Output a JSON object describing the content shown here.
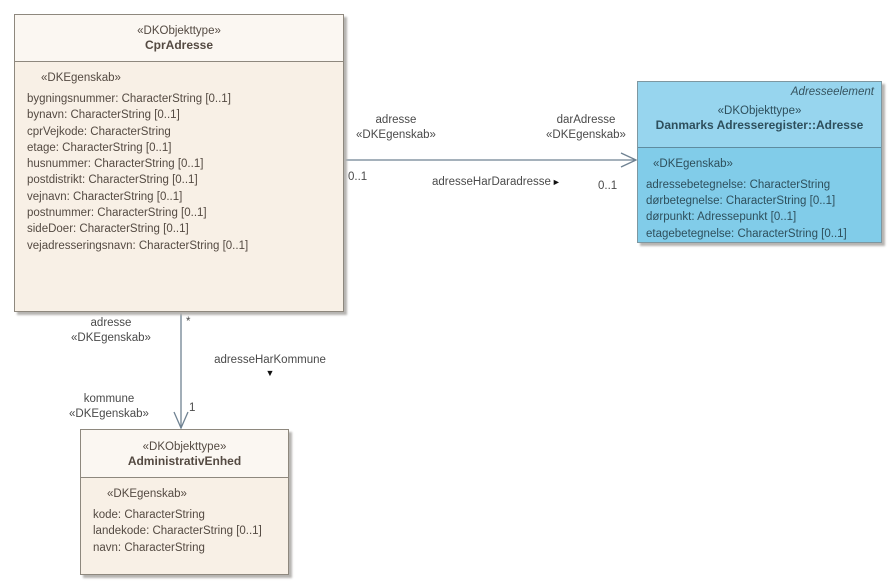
{
  "classes": [
    {
      "stereotype": "«DKObjekttype»",
      "name": "CprAdresse",
      "attr_stereotype": "«DKEgenskab»",
      "attributes": [
        "bygningsnummer: CharacterString [0..1]",
        "bynavn: CharacterString [0..1]",
        "cprVejkode: CharacterString",
        "etage: CharacterString [0..1]",
        "husnummer: CharacterString [0..1]",
        "postdistrikt: CharacterString [0..1]",
        "vejnavn: CharacterString [0..1]",
        "postnummer: CharacterString [0..1]",
        "sideDoer: CharacterString [0..1]",
        "vejadresseringsnavn: CharacterString [0..1]"
      ]
    },
    {
      "annotation": "Adresseelement",
      "stereotype": "«DKObjekttype»",
      "name": "Danmarks Adresseregister::Adresse",
      "attr_stereotype": "«DKEgenskab»",
      "attributes": [
        "adressebetegnelse: CharacterString",
        "dørbetegnelse: CharacterString [0..1]",
        "dørpunkt: Adressepunkt [0..1]",
        "etagebetegnelse: CharacterString [0..1]"
      ]
    },
    {
      "stereotype": "«DKObjekttype»",
      "name": "AdministrativEnhed",
      "attr_stereotype": "«DKEgenskab»",
      "attributes": [
        "kode: CharacterString",
        "landekode: CharacterString [0..1]",
        "navn: CharacterString"
      ]
    }
  ],
  "associations": [
    {
      "name": "adresseHarDaradresse",
      "direction_marker": "►",
      "source_role": "adresse",
      "source_stereotype": "«DKEgenskab»",
      "source_multiplicity": "0..1",
      "target_role": "darAdresse",
      "target_stereotype": "«DKEgenskab»",
      "target_multiplicity": "0..1"
    },
    {
      "name": "adresseHarKommune",
      "direction_marker": "▼",
      "source_role": "adresse",
      "source_stereotype": "«DKEgenskab»",
      "source_multiplicity": "*",
      "target_role": "kommune",
      "target_stereotype": "«DKEgenskab»",
      "target_multiplicity": "1"
    }
  ],
  "colors": {
    "class_fill": "#F8F0E6",
    "class_header_fill": "#FBF7F2",
    "highlight_fill": "#81CCE9",
    "highlight_header_fill": "#97D5EE",
    "border": "#8E887E",
    "line": "#6F8292",
    "text": "#544A42",
    "highlight_text": "#2E4F5C",
    "label_text": "#4A4A4A"
  }
}
